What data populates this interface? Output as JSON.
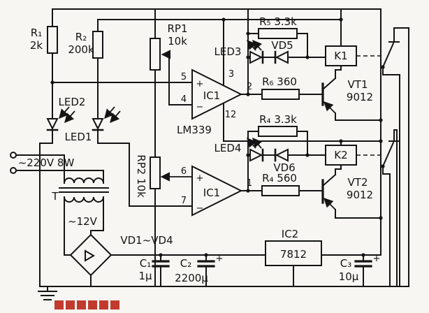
{
  "colors": {
    "ink": "#141414",
    "background": "#f7f6f2",
    "watermark_red": "#c23a2e"
  },
  "components": {
    "r1": {
      "name": "R₁",
      "value": "2k"
    },
    "r2": {
      "name": "R₂",
      "value": "200k"
    },
    "rp1": {
      "name": "RP1",
      "value": "10k"
    },
    "rp2": {
      "label": "RP2 10k"
    },
    "r5": {
      "label": "R₅ 3.3k"
    },
    "r6": {
      "label": "R₆ 360"
    },
    "r4_upper": {
      "label": "R₄ 3.3k"
    },
    "r4_lower": {
      "label": "R₄ 560"
    },
    "led1": {
      "label": "LED1"
    },
    "led2": {
      "label": "LED2"
    },
    "led3": {
      "label": "LED3"
    },
    "led4": {
      "label": "LED4"
    },
    "vd5": {
      "label": "VD5"
    },
    "vd6": {
      "label": "VD6"
    },
    "bridge": {
      "label": "VD1~VD4"
    },
    "k1": {
      "label": "K1"
    },
    "k2": {
      "label": "K2"
    },
    "vt1": {
      "name": "VT1",
      "value": "9012"
    },
    "vt2": {
      "name": "VT2",
      "value": "9012"
    },
    "c1": {
      "name": "C₁",
      "value": "1μ"
    },
    "c2": {
      "name": "C₂",
      "value": "2200μ",
      "polarity": "+"
    },
    "c3": {
      "name": "C₃",
      "value": "10μ",
      "polarity": "+"
    },
    "ic1": {
      "name": "IC1",
      "part": "LM339"
    },
    "ic2": {
      "name": "IC2",
      "part": "7812"
    },
    "transformer": {
      "name": "T",
      "primary": "~220V  8W",
      "secondary": "~12V"
    }
  },
  "pins": {
    "p1": "1",
    "p2": "2",
    "p3": "3",
    "p4": "4",
    "p5": "5",
    "p6": "6",
    "p7": "7",
    "p12": "12",
    "plus": "+",
    "minus": "−"
  }
}
